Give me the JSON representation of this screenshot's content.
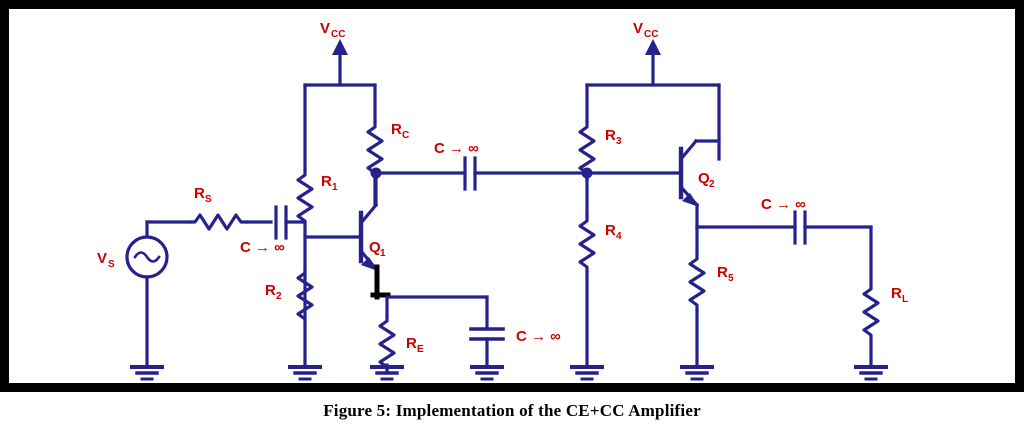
{
  "figure": {
    "caption": "Figure 5: Implementation of the CE+CC Amplifier",
    "frame_color": "#000000",
    "background": "#ffffff"
  },
  "schematic": {
    "wire_color": "#26228c",
    "label_color": "#cc0000",
    "accent_black": "#000000",
    "title": "CE+CC Amplifier",
    "supplies": [
      {
        "name": "vcc-left",
        "label": "V",
        "sub": "CC"
      },
      {
        "name": "vcc-right",
        "label": "V",
        "sub": "CC"
      }
    ],
    "source": {
      "name": "ac-source",
      "label": "V",
      "sub": "S",
      "symbol": "sine"
    },
    "resistors": [
      {
        "name": "rs",
        "label": "R",
        "sub": "S"
      },
      {
        "name": "r1",
        "label": "R",
        "sub": "1"
      },
      {
        "name": "r2",
        "label": "R",
        "sub": "2"
      },
      {
        "name": "rc",
        "label": "R",
        "sub": "C"
      },
      {
        "name": "re",
        "label": "R",
        "sub": "E"
      },
      {
        "name": "r3",
        "label": "R",
        "sub": "3"
      },
      {
        "name": "r4",
        "label": "R",
        "sub": "4"
      },
      {
        "name": "r5",
        "label": "R",
        "sub": "5"
      },
      {
        "name": "rl",
        "label": "R",
        "sub": "L"
      }
    ],
    "capacitors": [
      {
        "name": "c-input",
        "label": "C → ∞"
      },
      {
        "name": "c-interstage",
        "label": "C → ∞"
      },
      {
        "name": "c-emitter-bypass",
        "label": "C → ∞"
      },
      {
        "name": "c-output",
        "label": "C → ∞"
      }
    ],
    "transistors": [
      {
        "name": "q1",
        "label": "Q",
        "sub": "1",
        "type": "npn",
        "stage": "common-emitter"
      },
      {
        "name": "q2",
        "label": "Q",
        "sub": "2",
        "type": "npn",
        "stage": "common-collector"
      }
    ],
    "grounds": [
      {
        "name": "gnd-source"
      },
      {
        "name": "gnd-r2"
      },
      {
        "name": "gnd-re"
      },
      {
        "name": "gnd-bypass"
      },
      {
        "name": "gnd-r4"
      },
      {
        "name": "gnd-r5"
      },
      {
        "name": "gnd-rl"
      }
    ]
  }
}
